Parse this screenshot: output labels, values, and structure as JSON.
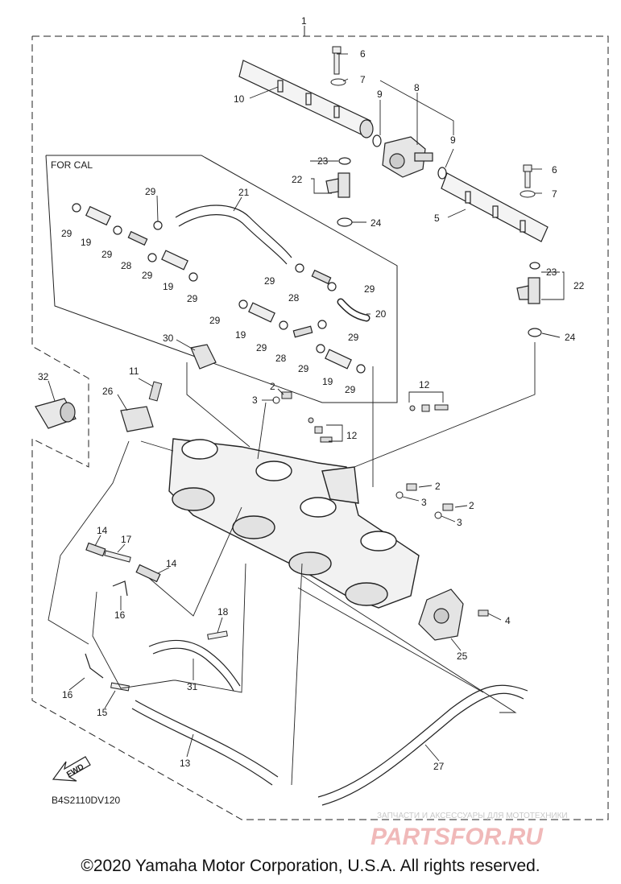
{
  "diagram": {
    "assembly_label": "1",
    "group_label": "FOR CAL",
    "diagram_code": "B4S2110DV120",
    "fwd_label": "FWD",
    "callouts": [
      {
        "id": "c1",
        "text": "1"
      },
      {
        "id": "c6a",
        "text": "6"
      },
      {
        "id": "c7a",
        "text": "7"
      },
      {
        "id": "c10",
        "text": "10"
      },
      {
        "id": "c9a",
        "text": "9"
      },
      {
        "id": "c8",
        "text": "8"
      },
      {
        "id": "c9b",
        "text": "9"
      },
      {
        "id": "c23a",
        "text": "23"
      },
      {
        "id": "c22a",
        "text": "22"
      },
      {
        "id": "c24a",
        "text": "24"
      },
      {
        "id": "c6b",
        "text": "6"
      },
      {
        "id": "c7b",
        "text": "7"
      },
      {
        "id": "c5",
        "text": "5"
      },
      {
        "id": "c23b",
        "text": "23"
      },
      {
        "id": "c22b",
        "text": "22"
      },
      {
        "id": "c24b",
        "text": "24"
      },
      {
        "id": "c29a",
        "text": "29"
      },
      {
        "id": "c21",
        "text": "21"
      },
      {
        "id": "c29b",
        "text": "29"
      },
      {
        "id": "c19a",
        "text": "19"
      },
      {
        "id": "c29c",
        "text": "29"
      },
      {
        "id": "c28a",
        "text": "28"
      },
      {
        "id": "c29d",
        "text": "29"
      },
      {
        "id": "c19b",
        "text": "19"
      },
      {
        "id": "c29e",
        "text": "29"
      },
      {
        "id": "c29f",
        "text": "29"
      },
      {
        "id": "c28b",
        "text": "28"
      },
      {
        "id": "c29g",
        "text": "29"
      },
      {
        "id": "c20",
        "text": "20"
      },
      {
        "id": "c29h",
        "text": "29"
      },
      {
        "id": "c19c",
        "text": "19"
      },
      {
        "id": "c29i",
        "text": "29"
      },
      {
        "id": "c28c",
        "text": "28"
      },
      {
        "id": "c29j",
        "text": "29"
      },
      {
        "id": "c29k",
        "text": "29"
      },
      {
        "id": "c19d",
        "text": "19"
      },
      {
        "id": "c29l",
        "text": "29"
      },
      {
        "id": "c30",
        "text": "30"
      },
      {
        "id": "c32",
        "text": "32"
      },
      {
        "id": "c11",
        "text": "11"
      },
      {
        "id": "c26",
        "text": "26"
      },
      {
        "id": "c2a",
        "text": "2"
      },
      {
        "id": "c3a",
        "text": "3"
      },
      {
        "id": "c12a",
        "text": "12"
      },
      {
        "id": "c12b",
        "text": "12"
      },
      {
        "id": "c2b",
        "text": "2"
      },
      {
        "id": "c3b",
        "text": "3"
      },
      {
        "id": "c2c",
        "text": "2"
      },
      {
        "id": "c3c",
        "text": "3"
      },
      {
        "id": "c14a",
        "text": "14"
      },
      {
        "id": "c17",
        "text": "17"
      },
      {
        "id": "c14b",
        "text": "14"
      },
      {
        "id": "c16a",
        "text": "16"
      },
      {
        "id": "c4",
        "text": "4"
      },
      {
        "id": "c25",
        "text": "25"
      },
      {
        "id": "c18",
        "text": "18"
      },
      {
        "id": "c31",
        "text": "31"
      },
      {
        "id": "c16b",
        "text": "16"
      },
      {
        "id": "c15",
        "text": "15"
      },
      {
        "id": "c13",
        "text": "13"
      },
      {
        "id": "c27",
        "text": "27"
      }
    ]
  },
  "watermark": {
    "top_text": "ЗАПЧАСТИ И АКСЕССУАРЫ ДЛЯ МОТОТЕХНИКИ",
    "logo_text": "PARTSFOR.RU"
  },
  "footer": {
    "copyright": "©2020 Yamaha Motor Corporation, U.S.A. All rights reserved."
  }
}
